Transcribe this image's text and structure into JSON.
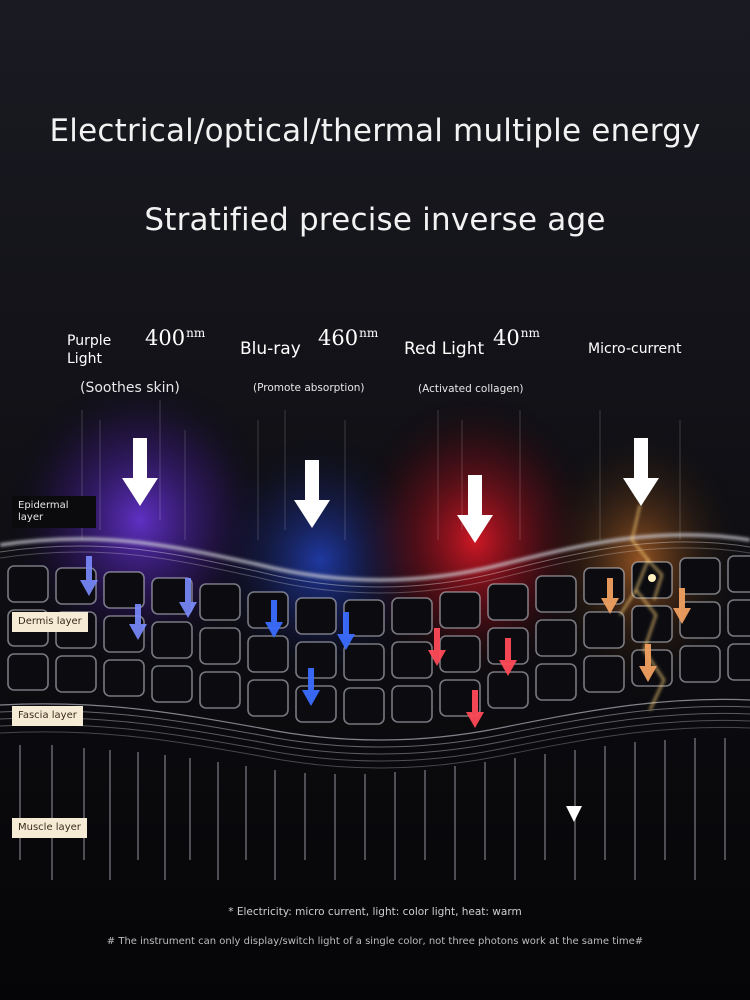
{
  "headline": {
    "line1": "Electrical/optical/thermal multiple energy",
    "line2": "Stratified precise inverse age"
  },
  "energies": [
    {
      "name_line1": "Purple",
      "name_line2": "Light",
      "wavelength": "400",
      "unit": "nm",
      "effect": "(Soothes skin)",
      "color": "#8b4dff",
      "icon": "down-arrow-icon"
    },
    {
      "name": "Blu-ray",
      "wavelength": "460",
      "unit": "nm",
      "effect": "(Promote absorption)",
      "color": "#2f5bff",
      "icon": "down-arrow-icon"
    },
    {
      "name": "Red Light",
      "wavelength": "40",
      "unit": "nm",
      "effect": "(Activated collagen)",
      "color": "#ff2030",
      "icon": "down-arrow-icon"
    },
    {
      "name": "Micro-current",
      "color": "#ff9a3a",
      "icon": "lightning-icon"
    }
  ],
  "layers": {
    "epidermal": "Epidermal layer",
    "dermis": "Dermis layer",
    "fascia": "Fascia layer",
    "muscle": "Muscle layer"
  },
  "footnotes": {
    "note1": "* Electricity: micro current, light: color light, heat: warm",
    "note2": "# The instrument can only display/switch light of a single color, not three photons work at the same time#"
  }
}
